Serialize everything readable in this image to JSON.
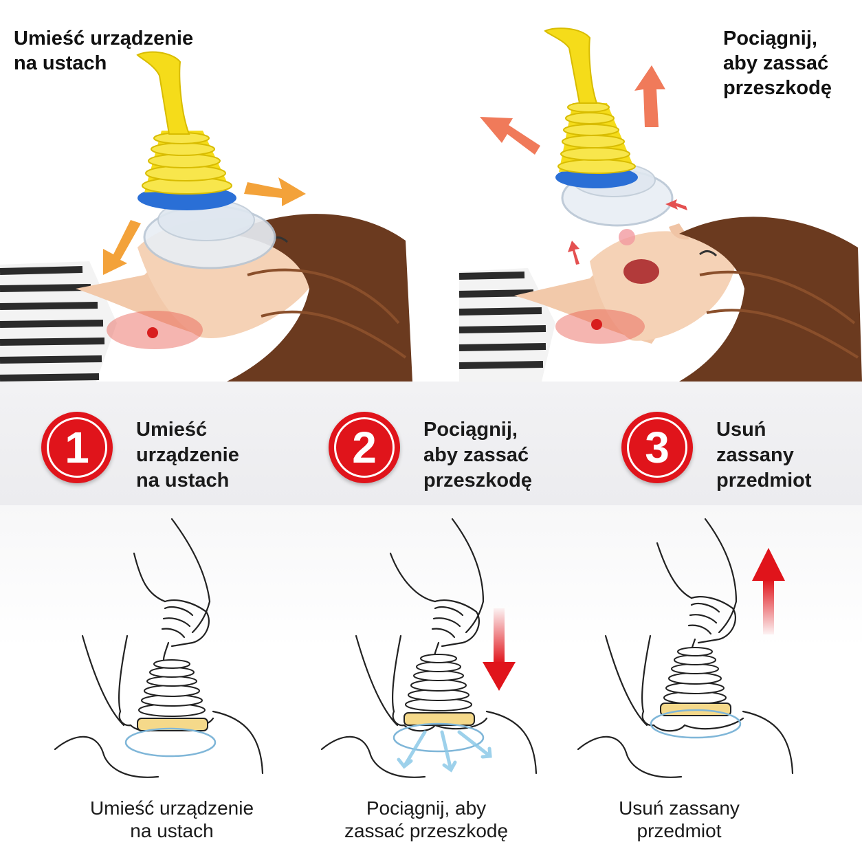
{
  "top_photos": [
    {
      "caption": "Umieść urządzenie\nna ustach"
    },
    {
      "caption": "Pociągnij,\naby zassać\nprzeszkodę"
    }
  ],
  "steps": [
    {
      "number": "1",
      "text": "Umieść\nurządzenie\nna ustach"
    },
    {
      "number": "2",
      "text": "Pociągnij,\naby zassać\nprzeszkodę"
    },
    {
      "number": "3",
      "text": "Usuń\nzassany\nprzedmiot"
    }
  ],
  "diagram_captions": [
    "Umieść urządzenie\nna ustach",
    "Pociągnij, aby\nzassać przeszkodę",
    "Usuń zassany\nprzedmiot"
  ],
  "colors": {
    "accent_red": "#e0141b",
    "device_yellow": "#f5dc1a",
    "device_blue": "#2a6fd6",
    "hair_brown": "#6b3a1f"
  },
  "icons": [
    "arrow-up-icon",
    "arrow-down-icon",
    "suction-arrows-icon"
  ]
}
